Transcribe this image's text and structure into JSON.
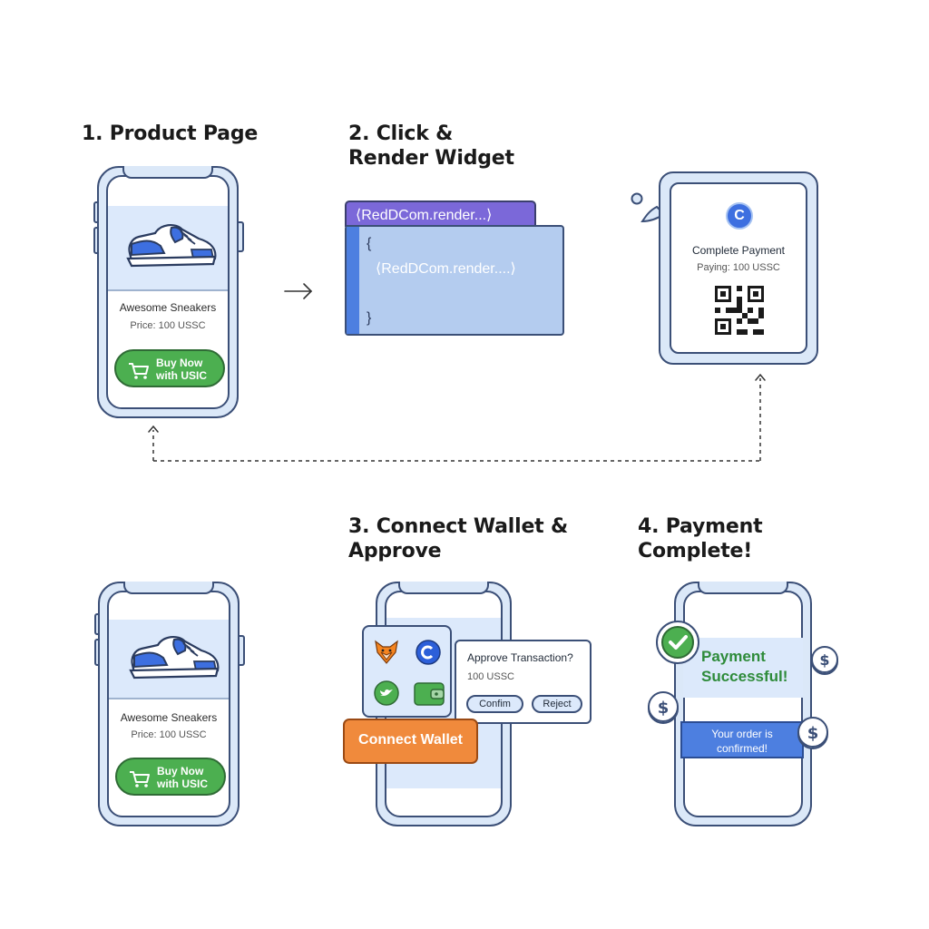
{
  "steps": [
    {
      "title": "1. Product Page"
    },
    {
      "title": "2. Click &\nRender Widget"
    },
    {
      "title": "3. Connect Wallet &\nApprove"
    },
    {
      "title": "4. Payment\nComplete!"
    }
  ],
  "product": {
    "name": "Awesome Sneakers",
    "price": "Price: 100 USSC",
    "buy_label": "Buy Now\nwith USIC",
    "icon": "sneaker-icon"
  },
  "widget": {
    "tab_label": "⟨RedDCom.render...⟩",
    "lines": [
      "{",
      "⟨RedDCom.render....⟩",
      "}"
    ]
  },
  "payment_card": {
    "coin_letter": "C",
    "title": "Complete Payment",
    "paying": "Paying: 100 USSC",
    "qr_icon": "qr-code-icon"
  },
  "wallet": {
    "icons": [
      "fox-wallet-icon",
      "coinbase-icon",
      "bird-wallet-icon",
      "wallet-icon"
    ],
    "connect_label": "Connect Wallet"
  },
  "approve": {
    "title": "Approve Transaction?",
    "amount": "100 USSC",
    "confirm_label": "Confim",
    "reject_label": "Reject"
  },
  "success": {
    "title": "Payment\nSuccessful!",
    "order": "Your order is\nconfirmed!",
    "icons": [
      "check-circle-icon",
      "dollar-coin-icon"
    ]
  },
  "colors": {
    "green": "#4caf50",
    "blue": "#4d7fe0",
    "purple": "#7b68d9",
    "orange": "#f08a3c",
    "outline": "#3b4f77"
  }
}
